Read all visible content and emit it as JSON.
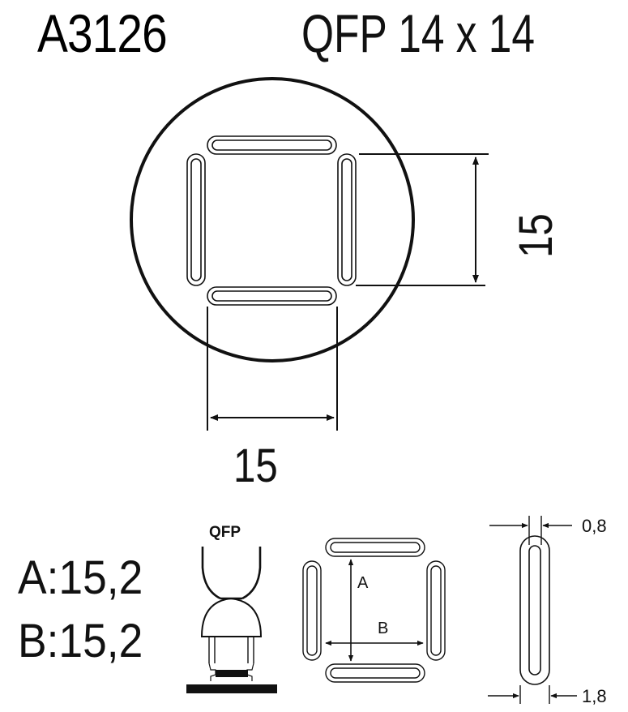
{
  "header": {
    "part_number": "A3126",
    "package": "QFP 14 x 14"
  },
  "main_drawing": {
    "vertical_dimension": "15",
    "horizontal_dimension": "15"
  },
  "specs": {
    "a_value": "A:15,2",
    "b_value": "B:15,2"
  },
  "nozzle_illustration": {
    "label": "QFP"
  },
  "ab_diagram": {
    "label_a": "A",
    "label_b": "B"
  },
  "slot_detail": {
    "inner_width": "0,8",
    "outer_width": "1,8"
  },
  "colors": {
    "line": "#111111",
    "background": "#ffffff"
  }
}
